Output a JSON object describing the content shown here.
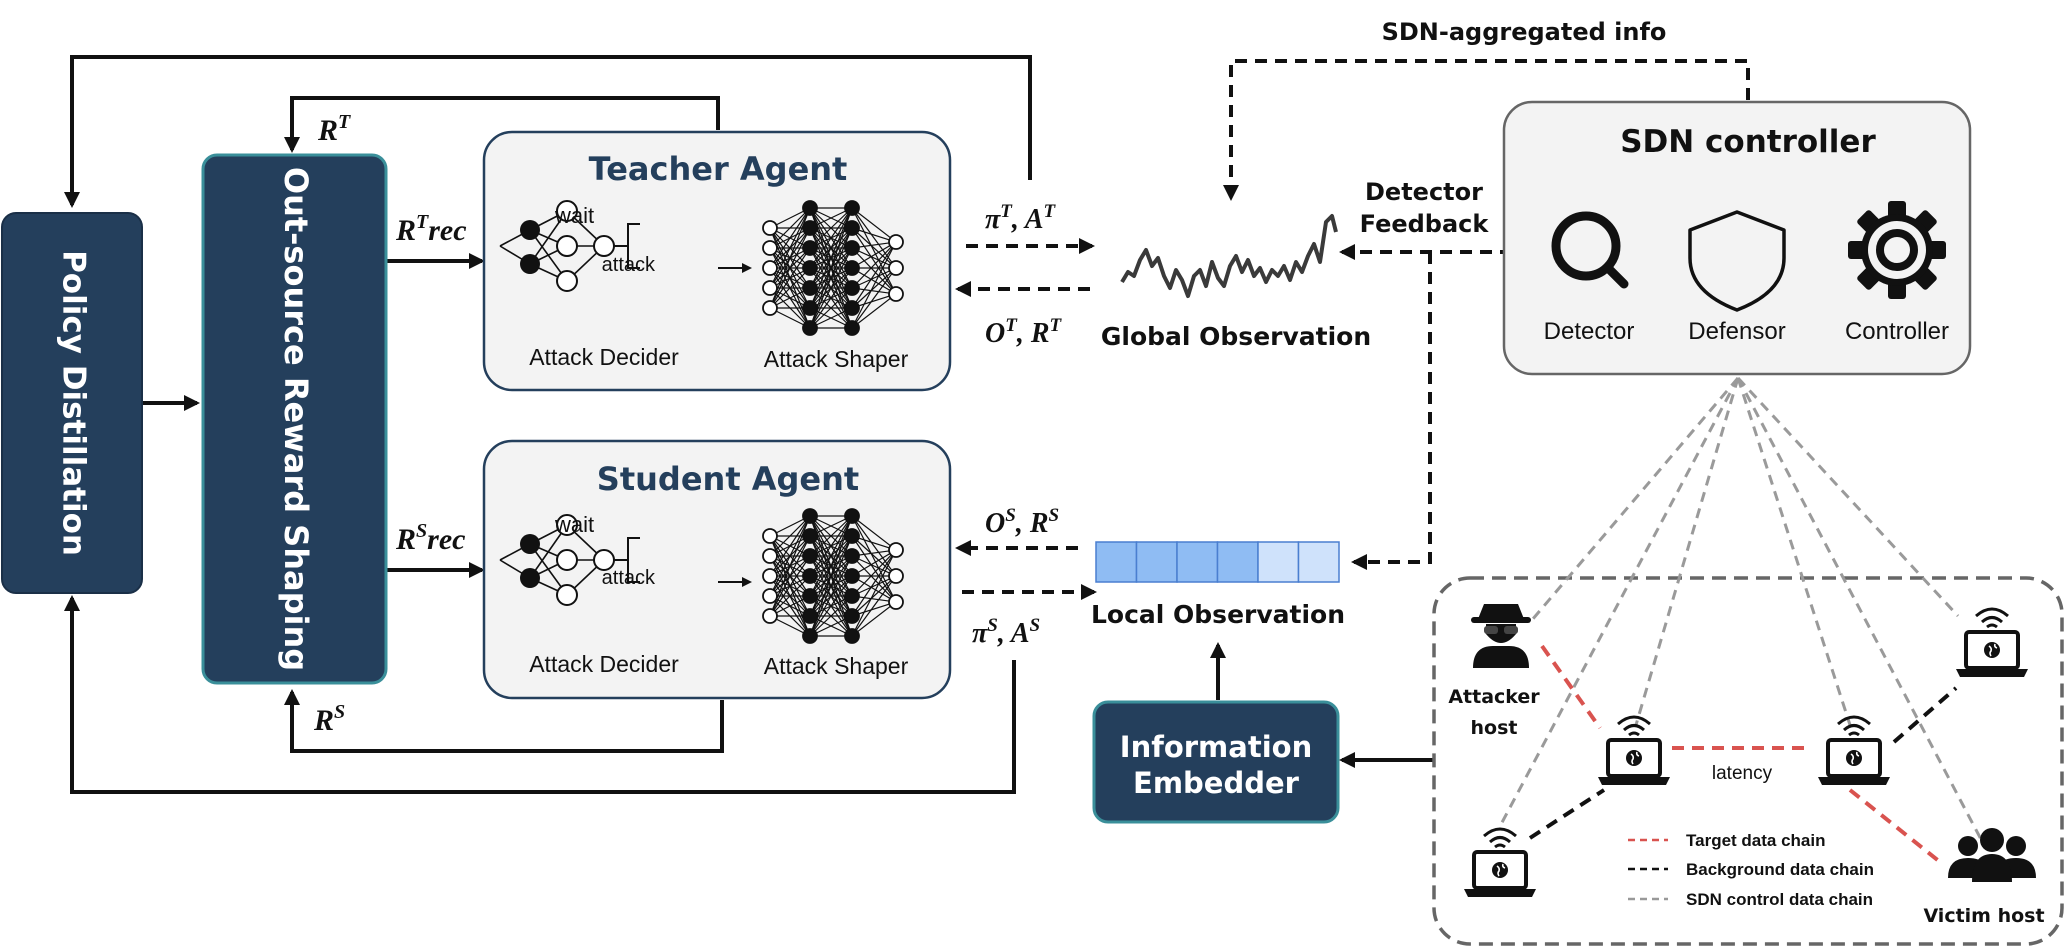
{
  "policy_distillation": {
    "label": "Policy Distillation"
  },
  "reward_shaping": {
    "label": "Out-source Reward Shaping"
  },
  "reward_labels": {
    "rt": {
      "base": "R",
      "sup": "T"
    },
    "rs": {
      "base": "R",
      "sup": "S"
    },
    "rt_rec": {
      "base": "R",
      "sup": "T",
      "tail": "rec"
    },
    "rs_rec": {
      "base": "R",
      "sup": "S",
      "tail": "rec"
    }
  },
  "teacher": {
    "title": "Teacher Agent",
    "decider_label": "Attack Decider",
    "shaper_label": "Attack Shaper",
    "wait": "wait",
    "attack": "attack",
    "action_label": {
      "a": "π",
      "a_sup": "T",
      "b": ", A",
      "b_sup": "T"
    },
    "obs_label": {
      "a": "O",
      "a_sup": "T",
      "b": ", R",
      "b_sup": "T"
    }
  },
  "student": {
    "title": "Student Agent",
    "decider_label": "Attack Decider",
    "shaper_label": "Attack Shaper",
    "wait": "wait",
    "attack": "attack",
    "action_label": {
      "a": "π",
      "a_sup": "S",
      "b": ", A",
      "b_sup": "S"
    },
    "obs_label": {
      "a": "O",
      "a_sup": "S",
      "b": ", R",
      "b_sup": "S"
    }
  },
  "global_observation": {
    "label": "Global Observation"
  },
  "local_observation": {
    "label": "Local Observation",
    "cells": 6
  },
  "information_embedder": {
    "line1": "Information",
    "line2": "Embedder"
  },
  "sdn_aggregated": {
    "label": "SDN-aggregated info"
  },
  "detector_feedback": {
    "line1": "Detector",
    "line2": "Feedback"
  },
  "sdn_controller": {
    "title": "SDN controller",
    "items": [
      {
        "label": "Detector",
        "icon": "magnifier-icon"
      },
      {
        "label": "Defensor",
        "icon": "shield-icon"
      },
      {
        "label": "Controller",
        "icon": "gear-icon"
      }
    ]
  },
  "network": {
    "attacker_label_1": "Attacker",
    "attacker_label_2": "host",
    "victim_label": "Victim host",
    "latency_label": "latency",
    "legend": [
      {
        "label": "Target data chain",
        "color": "#d9534f"
      },
      {
        "label": "Background data chain",
        "color": "#111111"
      },
      {
        "label": "SDN control data chain",
        "color": "#999999"
      }
    ]
  },
  "colors": {
    "navy": "#243f5c",
    "panel_fill": "#f3f3f3",
    "obs_fill_dark": "#8fbcf3",
    "obs_fill_light": "#cfe2fb"
  }
}
